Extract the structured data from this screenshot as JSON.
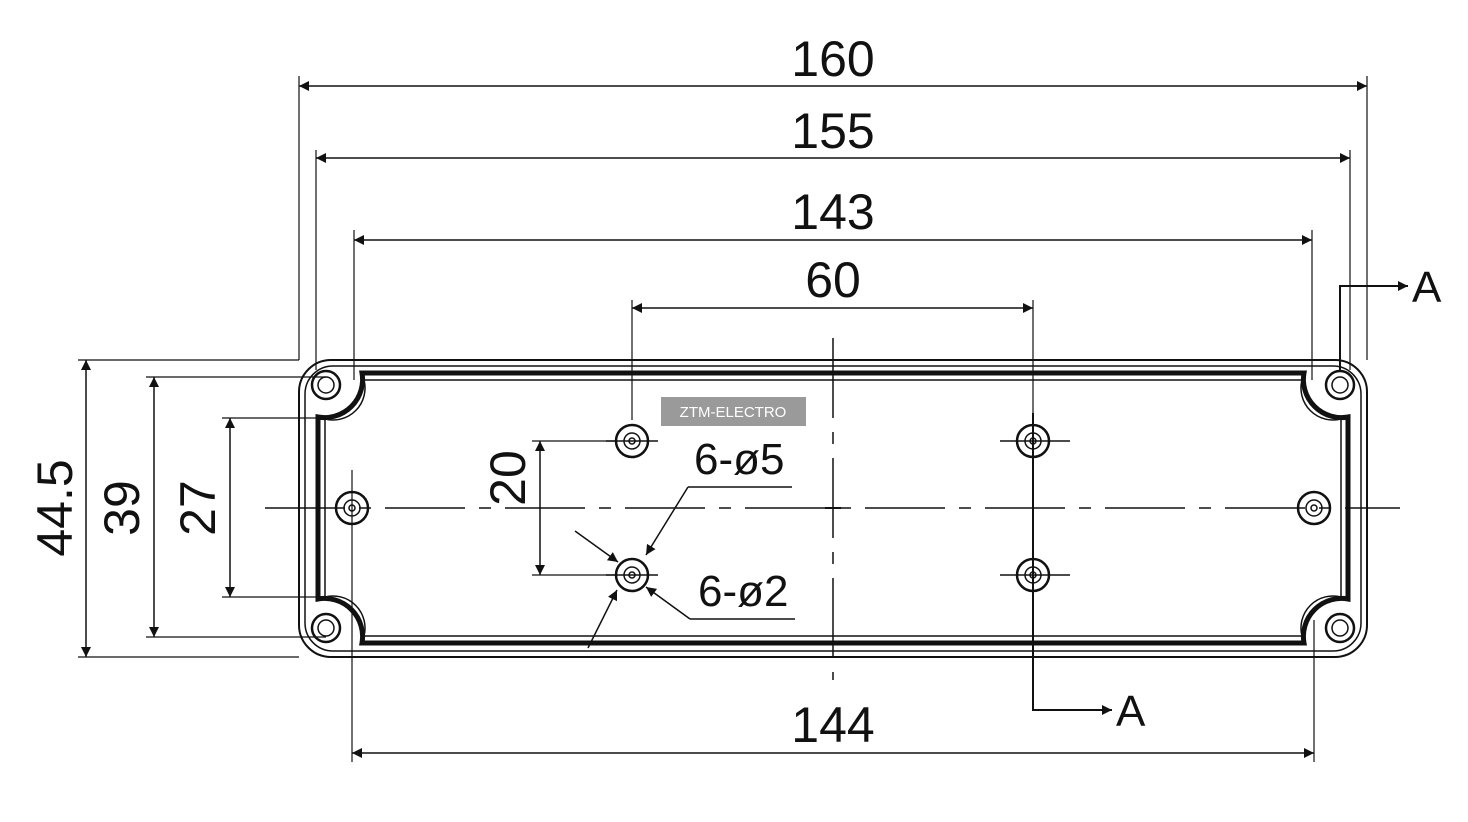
{
  "dimensions": {
    "overall_width": "160",
    "outer_width": "155",
    "inner_width": "143",
    "hole_spacing_x": "60",
    "bottom_width": "144",
    "overall_height": "44.5",
    "outer_height": "39",
    "inner_height": "27",
    "hole_spacing_y": "20"
  },
  "hole_notes": {
    "large": "6-ø5",
    "small": "6-ø2"
  },
  "section_markers": {
    "top": "A",
    "bottom": "A"
  },
  "watermark": "ZTM-ELECTRO"
}
